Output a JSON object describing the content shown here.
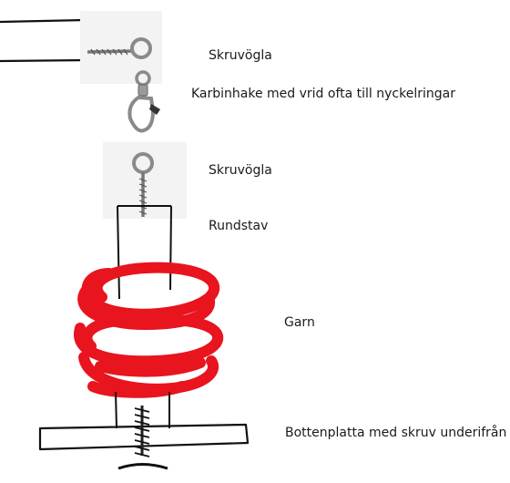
{
  "labels": {
    "screw_eye_top": "Skruvögla",
    "carabiner": "Karbinhake med vrid ofta till nyckelringar",
    "screw_eye_lower": "Skruvögla",
    "dowel": "Rundstav",
    "yarn": "Garn",
    "base": "Bottenplatta med skruv underifrån"
  },
  "colors": {
    "yarn": "#e8141e",
    "ink": "#111111",
    "metal": "#9a9a9a"
  }
}
